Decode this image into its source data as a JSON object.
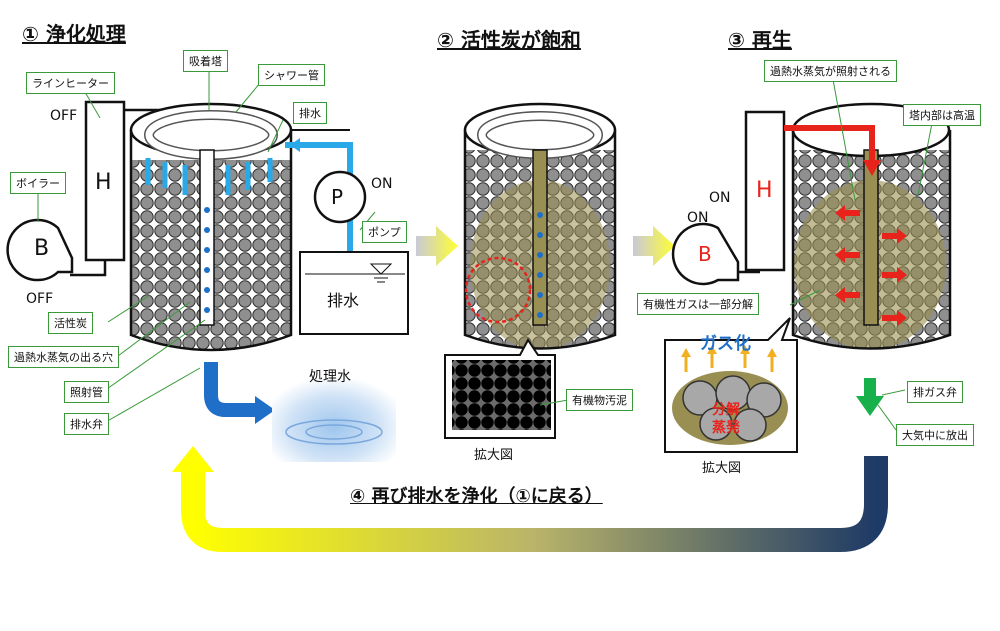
{
  "steps": {
    "s1": "① 浄化処理",
    "s2": "② 活性炭が飽和",
    "s3": "③ 再生",
    "s4": "④ 再び排水を浄化（①に戻る）"
  },
  "labels": {
    "line_heater": "ラインヒーター",
    "adsorption_tower": "吸着塔",
    "shower_pipe": "シャワー管",
    "drain_in": "排水",
    "boiler": "ボイラー",
    "pump": "ポンプ",
    "activated_carbon": "活性炭",
    "steam_hole": "過熱水蒸気の出る穴",
    "irradiation_pipe": "照射管",
    "drain_valve": "排水弁",
    "organic_sludge": "有機物汚泥",
    "steam_irradiated": "過熱水蒸気が照射される",
    "tower_hot": "塔内部は高温",
    "organic_gas_decomposed": "有機性ガスは一部分解",
    "exhaust_valve": "排ガス弁",
    "release_air": "大気中に放出"
  },
  "text": {
    "off": "OFF",
    "on": "ON",
    "h": "H",
    "b": "B",
    "p": "P",
    "drain_tank": "排水",
    "treated_water": "処理水",
    "magnified": "拡大図",
    "gasification": "ガス化",
    "decompose": "分解",
    "evaporate": "蒸発"
  },
  "colors": {
    "water_blue": "#2aa9e8",
    "valve_blue": "#1f6fc8",
    "steam_red": "#e8231b",
    "exhaust_green": "#18b04a",
    "callout_border": "#3a9a3a",
    "sludge_olive": "#9a8f52",
    "loop_start": "#ffff00",
    "loop_end": "#1e3a66"
  }
}
